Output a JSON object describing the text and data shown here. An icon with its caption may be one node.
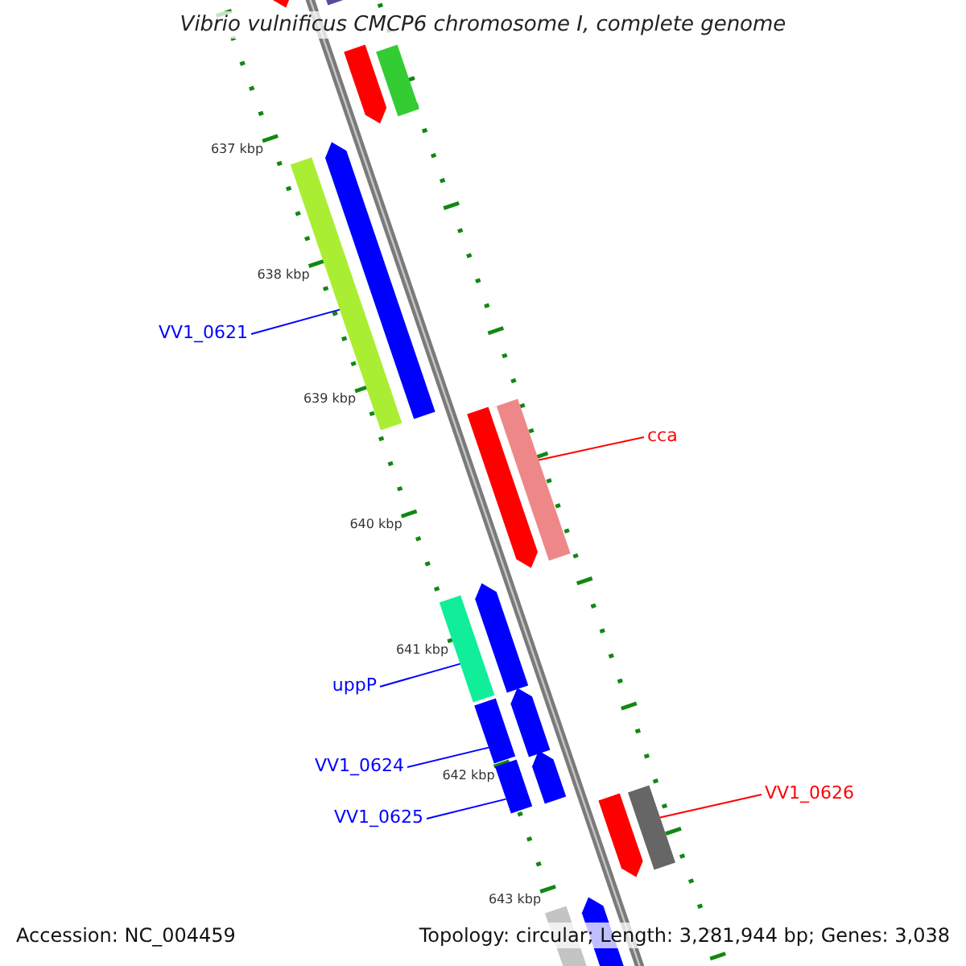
{
  "diagram": {
    "title": "Vibrio vulnificus CMCP6 chromosome I, complete genome",
    "nodes": [
      {
        "text": [],
        "shape": "arrow"
      },
      {
        "text": [],
        "shape": "bar"
      },
      {
        "text": [],
        "shape": "arrow"
      },
      {
        "text": [],
        "shape": "bar"
      },
      {
        "text": [],
        "shape": "arrow"
      },
      {
        "text": [],
        "shape": "bar"
      },
      {
        "text": [
          "VV1_0621"
        ]
      },
      {
        "text": [],
        "shape": "arrow"
      },
      {
        "text": [],
        "shape": "bar"
      },
      {
        "text": [
          "cca"
        ]
      },
      {
        "text": [],
        "shape": "arrow"
      },
      {
        "text": [],
        "shape": "bar"
      },
      {
        "text": [
          "uppP"
        ]
      },
      {
        "text": [],
        "shape": "arrow"
      },
      {
        "text": [],
        "shape": "bar"
      },
      {
        "text": [
          "VV1_0624"
        ]
      },
      {
        "text": [],
        "shape": "arrow"
      },
      {
        "text": [],
        "shape": "bar"
      },
      {
        "text": [
          "VV1_0625"
        ]
      },
      {
        "text": [],
        "shape": "arrow"
      },
      {
        "text": [],
        "shape": "bar"
      },
      {
        "text": [
          "VV1_0626"
        ]
      },
      {
        "text": [],
        "shape": "arrow"
      },
      {
        "text": [],
        "shape": "bar"
      }
    ],
    "edges": [
      {
        "from": 6,
        "to": 5,
        "arrow": "none"
      },
      {
        "from": 9,
        "to": 8,
        "arrow": "none",
        "color": "#ff0000"
      },
      {
        "from": 12,
        "to": 11,
        "arrow": "none"
      },
      {
        "from": 15,
        "to": 14,
        "arrow": "none"
      },
      {
        "from": 18,
        "to": 17,
        "arrow": "none"
      },
      {
        "from": 21,
        "to": 20,
        "arrow": "none",
        "color": "#ff0000"
      }
    ],
    "labels": [
      "637 kbp",
      "638 kbp",
      "639 kbp",
      "640 kbp",
      "641 kbp",
      "642 kbp",
      "643 kbp",
      "Accession: NC_004459",
      "Topology: circular; Length: 3,281,944 bp; Genes: 3,038"
    ]
  }
}
